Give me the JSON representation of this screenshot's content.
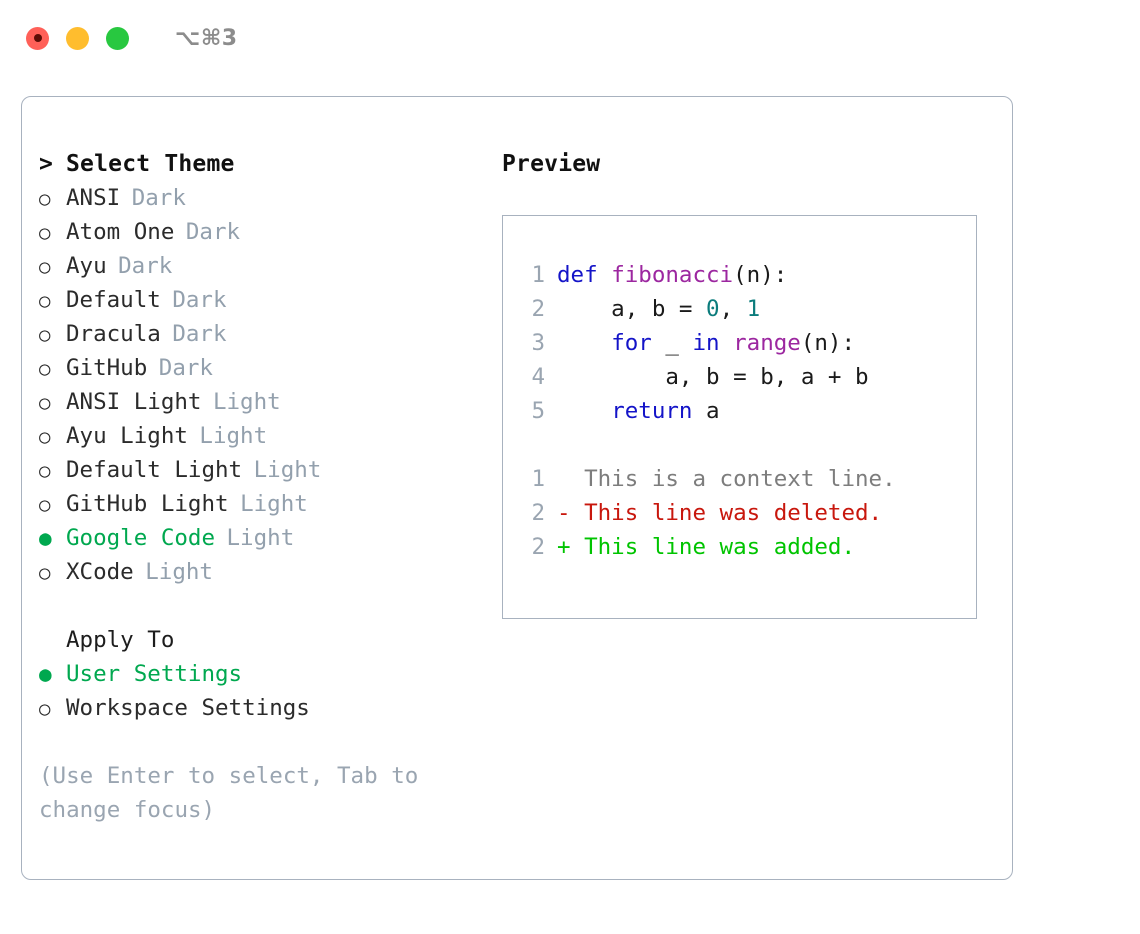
{
  "window": {
    "shortcut": "⌥⌘3",
    "traffic_lights": [
      {
        "name": "close",
        "color": "#FF6058"
      },
      {
        "name": "minimize",
        "color": "#FFBD2E"
      },
      {
        "name": "maximize",
        "color": "#28C840"
      }
    ]
  },
  "theme_panel": {
    "prompt": ">",
    "header": "Select Theme",
    "bullet_unselected": "○",
    "bullet_selected": "●",
    "themes": [
      {
        "name": "ANSI",
        "kind": "Dark",
        "selected": false
      },
      {
        "name": "Atom One",
        "kind": "Dark",
        "selected": false
      },
      {
        "name": "Ayu",
        "kind": "Dark",
        "selected": false
      },
      {
        "name": "Default",
        "kind": "Dark",
        "selected": false
      },
      {
        "name": "Dracula",
        "kind": "Dark",
        "selected": false
      },
      {
        "name": "GitHub",
        "kind": "Dark",
        "selected": false
      },
      {
        "name": "ANSI Light",
        "kind": "Light",
        "selected": false
      },
      {
        "name": "Ayu Light",
        "kind": "Light",
        "selected": false
      },
      {
        "name": "Default Light",
        "kind": "Light",
        "selected": false
      },
      {
        "name": "GitHub Light",
        "kind": "Light",
        "selected": false
      },
      {
        "name": "Google Code",
        "kind": "Light",
        "selected": true
      },
      {
        "name": "XCode",
        "kind": "Light",
        "selected": false
      }
    ],
    "apply_to": {
      "header": "Apply To",
      "options": [
        {
          "name": "User Settings",
          "selected": true
        },
        {
          "name": "Workspace Settings",
          "selected": false
        }
      ]
    },
    "hint": "(Use Enter to select, Tab to change focus)"
  },
  "preview": {
    "title": "Preview",
    "code_lines": [
      {
        "number": "1",
        "tokens": [
          {
            "text": "def ",
            "type": "kw"
          },
          {
            "text": "fibonacci",
            "type": "fn"
          },
          {
            "text": "(n):",
            "type": "plain"
          }
        ]
      },
      {
        "number": "2",
        "tokens": [
          {
            "text": "    a, b = ",
            "type": "plain"
          },
          {
            "text": "0",
            "type": "num"
          },
          {
            "text": ", ",
            "type": "plain"
          },
          {
            "text": "1",
            "type": "num"
          }
        ]
      },
      {
        "number": "3",
        "tokens": [
          {
            "text": "    ",
            "type": "plain"
          },
          {
            "text": "for",
            "type": "kw"
          },
          {
            "text": " _ ",
            "type": "plain"
          },
          {
            "text": "in",
            "type": "kw"
          },
          {
            "text": " ",
            "type": "plain"
          },
          {
            "text": "range",
            "type": "fn"
          },
          {
            "text": "(n):",
            "type": "plain"
          }
        ]
      },
      {
        "number": "4",
        "tokens": [
          {
            "text": "        a, b = b, a + b",
            "type": "plain"
          }
        ]
      },
      {
        "number": "5",
        "tokens": [
          {
            "text": "    ",
            "type": "plain"
          },
          {
            "text": "return",
            "type": "kw"
          },
          {
            "text": " a",
            "type": "plain"
          }
        ]
      }
    ],
    "diff_lines": [
      {
        "number": "1",
        "marker": " ",
        "text": " This is a context line.",
        "type": "context"
      },
      {
        "number": "2",
        "marker": "-",
        "text": " This line was deleted.",
        "type": "del"
      },
      {
        "number": "2",
        "marker": "+",
        "text": " This line was added.",
        "type": "add"
      }
    ]
  },
  "colors": {
    "accent_green": "#00A84F",
    "muted": "#93a0ad",
    "border": "#a8b2bf",
    "keyword": "#1414C8",
    "function": "#9C27A0",
    "number": "#0B7C7C",
    "diff_add": "#00C400",
    "diff_del": "#C8170D",
    "diff_context": "#7d7d7d"
  }
}
